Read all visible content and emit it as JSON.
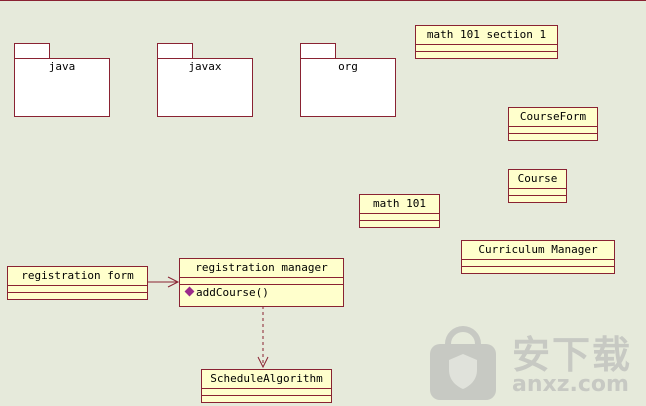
{
  "packages": [
    {
      "id": "java",
      "name": "java"
    },
    {
      "id": "javax",
      "name": "javax"
    },
    {
      "id": "org",
      "name": "org"
    }
  ],
  "classes": [
    {
      "id": "math101s1",
      "name": "math 101 section 1"
    },
    {
      "id": "courseform",
      "name": "CourseForm"
    },
    {
      "id": "course",
      "name": "Course"
    },
    {
      "id": "math101",
      "name": "math 101"
    },
    {
      "id": "curriculum",
      "name": "Curriculum Manager"
    },
    {
      "id": "regform",
      "name": "registration form"
    },
    {
      "id": "regmgr",
      "name": "registration manager",
      "operation": "addCourse()"
    },
    {
      "id": "schedule",
      "name": "ScheduleAlgorithm"
    }
  ],
  "relations": [
    {
      "from": "regform",
      "to": "regmgr",
      "style": "solid",
      "kind": "association"
    },
    {
      "from": "regmgr",
      "to": "schedule",
      "style": "dashed",
      "kind": "dependency"
    }
  ],
  "colors": {
    "background": "#e6eadb",
    "class_fill": "#ffffcc",
    "outline": "#8a2232",
    "operation_icon": "#9b2a8a"
  },
  "watermark": {
    "text": "安下载",
    "sub": "anxz.com"
  }
}
